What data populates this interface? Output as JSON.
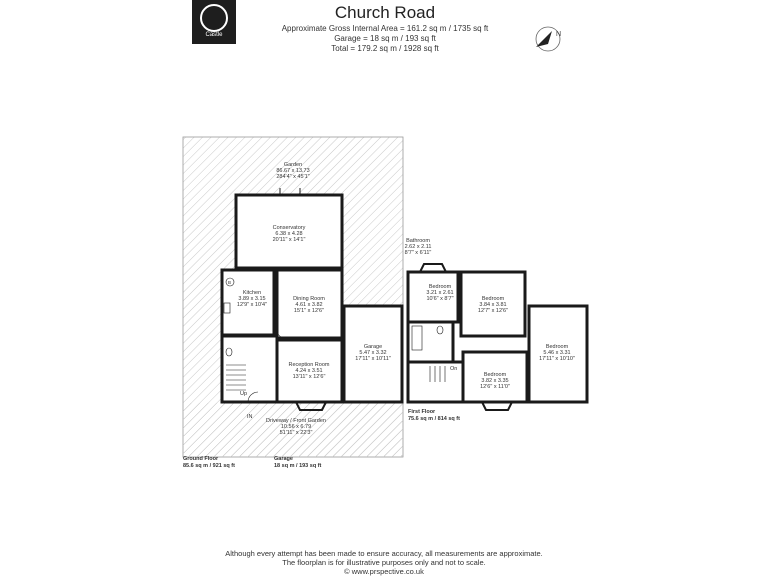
{
  "brand": {
    "name": "Castle",
    "logo_icon": "castle-logo-icon"
  },
  "header": {
    "title": "Church Road",
    "area_lines": [
      "Approximate Gross Internal Area = 161.2 sq m / 1735 sq ft",
      "Garage = 18 sq m / 193 sq ft",
      "Total = 179.2 sq m / 1928 sq ft"
    ]
  },
  "compass": {
    "label": "N",
    "icon": "compass-icon"
  },
  "rooms": {
    "garden": {
      "name": "Garden",
      "dims": "86.67 x 13.73",
      "imperial": "284'4\" x 45'1\""
    },
    "conservatory": {
      "name": "Conservatory",
      "dims": "6.38 x 4.28",
      "imperial": "20'11\" x 14'1\""
    },
    "kitchen": {
      "name": "Kitchen",
      "dims": "3.89 x 3.15",
      "imperial": "12'9\" x 10'4\""
    },
    "dining": {
      "name": "Dining Room",
      "dims": "4.61 x 3.82",
      "imperial": "15'1\" x 12'6\""
    },
    "garage": {
      "name": "Garage",
      "dims": "5.47 x 3.32",
      "imperial": "17'11\" x 10'11\""
    },
    "reception": {
      "name": "Reception Room",
      "dims": "4.24 x 3.51",
      "imperial": "13'11\" x 12'6\""
    },
    "driveway": {
      "name": "Driveway / Front Garden",
      "dims": "10.56 x 6.79",
      "imperial": "51'11\" x 22'3\""
    },
    "bathroom": {
      "name": "Bathroom",
      "dims": "2.62 x 2.11",
      "imperial": "8'7\" x 6'11\""
    },
    "bedroom1": {
      "name": "Bedroom",
      "dims": "3.21 x 2.61",
      "imperial": "10'6\" x 8'7\""
    },
    "bedroom2": {
      "name": "Bedroom",
      "dims": "3.84 x 3.81",
      "imperial": "12'7\" x 12'6\""
    },
    "bedroom3": {
      "name": "Bedroom",
      "dims": "5.46 x 3.31",
      "imperial": "17'11\" x 10'10\""
    },
    "bedroom4": {
      "name": "Bedroom",
      "dims": "3.82 x 3.35",
      "imperial": "12'6\" x 11'0\""
    }
  },
  "markers": {
    "up": "Up",
    "in": "IN",
    "on": "On",
    "boiler": "B"
  },
  "floors": {
    "ground": {
      "name": "Ground Floor",
      "area": "85.6 sq m / 921 sq ft"
    },
    "garage": {
      "name": "Garage",
      "area": "18 sq m / 193 sq ft"
    },
    "first": {
      "name": "First Floor",
      "area": "75.6 sq m / 814 sq ft"
    }
  },
  "footer": {
    "lines": [
      "Although every attempt has been made to ensure accuracy, all measurements are approximate.",
      "The floorplan is for illustrative purposes only and not to scale.",
      "© www.prspective.co.uk"
    ]
  }
}
